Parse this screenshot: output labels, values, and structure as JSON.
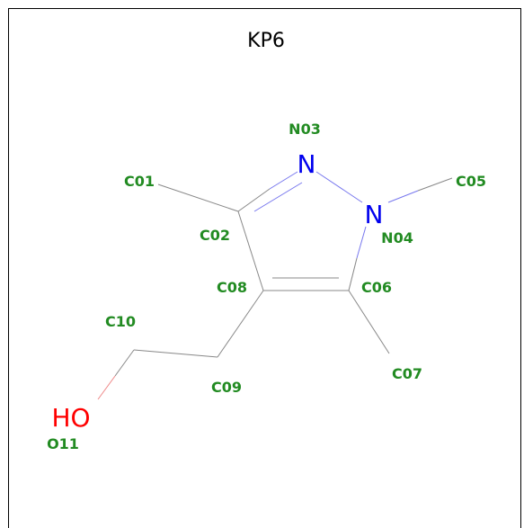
{
  "molecule": {
    "title": "KP6"
  },
  "colors": {
    "carbon_bond": "#888888",
    "nitrogen": "#0000ee",
    "nitrogen_bond": "#7777ee",
    "oxygen": "#ff0000",
    "oxygen_bond": "#ee8888",
    "label": "#228b22"
  },
  "atoms": {
    "N03": {
      "label": "N03",
      "symbol": "N"
    },
    "N04": {
      "label": "N04",
      "symbol": "N"
    },
    "C01": {
      "label": "C01"
    },
    "C02": {
      "label": "C02"
    },
    "C05": {
      "label": "C05"
    },
    "C06": {
      "label": "C06"
    },
    "C07": {
      "label": "C07"
    },
    "C08": {
      "label": "C08"
    },
    "C09": {
      "label": "C09"
    },
    "C10": {
      "label": "C10"
    },
    "O11": {
      "label": "O11",
      "symbol": "HO"
    }
  }
}
